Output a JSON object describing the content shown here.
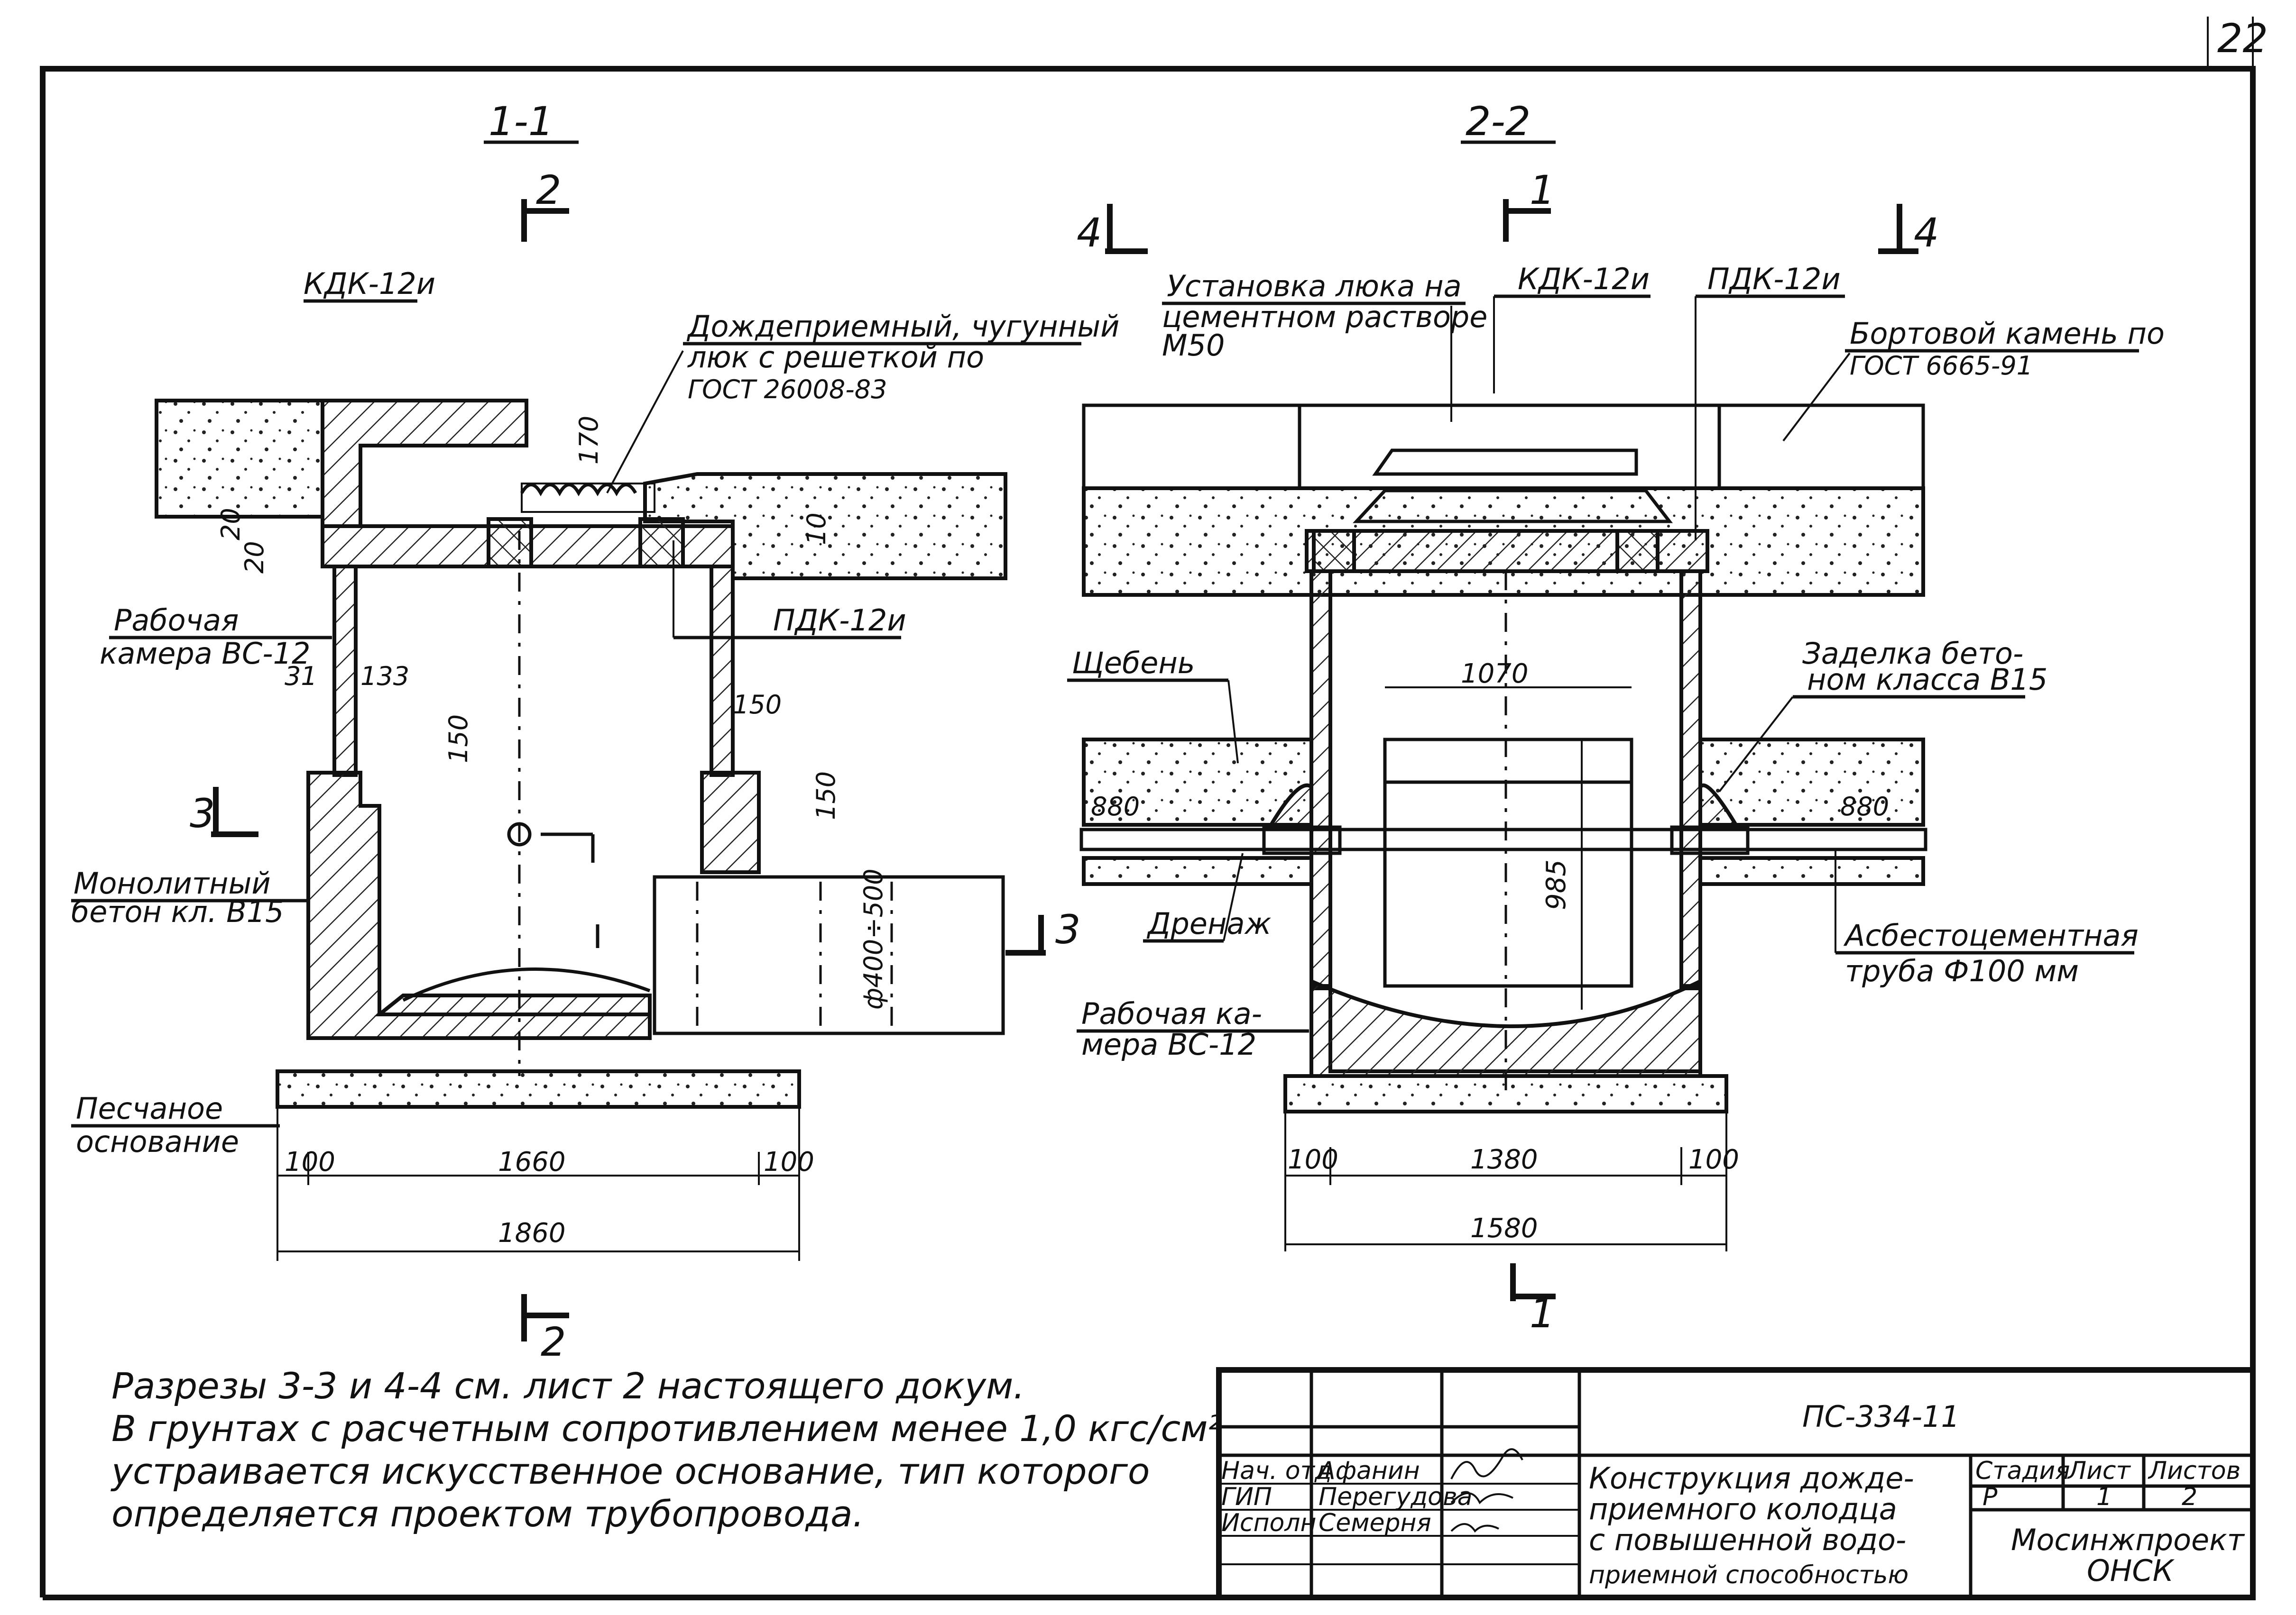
{
  "sheet": {
    "number": "22",
    "sections": [
      {
        "title": "1-1",
        "left_marker": "2",
        "bottom_marker": "2"
      },
      {
        "title": "2-2",
        "left_marker": "1",
        "bottom_marker": "1",
        "cut_left": "4",
        "cut_right": "4"
      }
    ],
    "cut_marks": {
      "c3a": "3",
      "c3b": "3"
    }
  },
  "section_1_1": {
    "labels": {
      "kdk": "КДК-12и",
      "hatch_line1": "Дождеприемный, чугунный",
      "hatch_line2": "люк с решеткой по",
      "hatch_line3": "ГОСТ 26008-83",
      "pdk": "ПДК-12и",
      "chamber_line1": "Рабочая",
      "chamber_line2": "камера ВС-12",
      "mono_line1": "Монолитный",
      "mono_line2": "бетон кл. В15",
      "sand_line1": "Песчаное",
      "sand_line2": "основание",
      "pipe": "ф400÷500"
    },
    "dims": {
      "d170": "170",
      "d20a": "20",
      "d20b": "20",
      "d10": "10",
      "d31": "31",
      "d133": "133",
      "d150a": "150",
      "d150b": "150",
      "d150c": "150",
      "d100a": "100",
      "d1660": "1660",
      "d100b": "100",
      "d1860": "1860"
    }
  },
  "section_2_2": {
    "labels": {
      "install_line1": "Установка люка на",
      "install_line2": "цементном растворе",
      "install_line3": "М50",
      "kdk": "КДК-12и",
      "pdk": "ПДК-12и",
      "curb_line1": "Бортовой камень по",
      "curb_line2": "ГОСТ 6665-91",
      "gravel": "Щебень",
      "seal_line1": "Заделка бето-",
      "seal_line2": "ном класса В15",
      "drain": "Дренаж",
      "chamber_line1": "Рабочая ка-",
      "chamber_line2": "мера ВС-12",
      "asb_line1": "Асбестоцементная",
      "asb_line2": "труба Ф100 мм"
    },
    "dims": {
      "d1070": "1070",
      "d985": "985",
      "d100a": "100",
      "d1380": "1380",
      "d100b": "100",
      "d1580": "1580",
      "d880a": "880",
      "d880b": "880"
    }
  },
  "notes": {
    "line1": "Разрезы 3-3 и 4-4 см. лист 2 настоящего докум.",
    "line2": "В грунтах с расчетным сопротивлением менее 1,0 кгс/см²",
    "line3": "устраивается искусственное основание, тип которого",
    "line4": "определяется проектом трубопровода."
  },
  "title_block": {
    "code": "ПС-334-11",
    "roles": [
      "Нач. отд",
      "ГИП",
      "Исполн"
    ],
    "names": [
      "Афанин",
      "Перегудова",
      "Семерня"
    ],
    "title_line1": "Конструкция дожде-",
    "title_line2": "приемного колодца",
    "title_line3": "с повышенной водо-",
    "title_line4": "приемной способностью",
    "stage_header": "Стадия",
    "sheet_header": "Лист",
    "sheets_header": "Листов",
    "stage": "Р",
    "sheet": "1",
    "sheets": "2",
    "org_line1": "Мосинжпроект",
    "org_line2": "ОНСК"
  }
}
